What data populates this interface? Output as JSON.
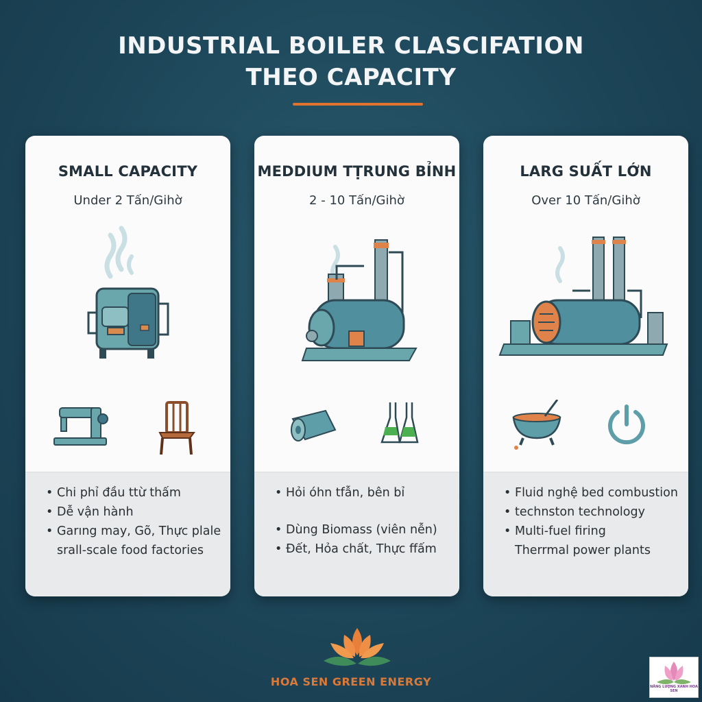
{
  "title": {
    "line1": "INDUSTRIAL BOILER CLASCIFATION",
    "line2": "THEO CAPACITY"
  },
  "cards": [
    {
      "heading": "SMALL CAPACITY",
      "range": "Under 2 Tấn/Gihờ",
      "icons": [
        "boiler-small-icon",
        "sewing-machine-icon",
        "wooden-chair-icon"
      ],
      "points": [
        "Chi phỉ đầu ttừ thấm",
        "Dễ vận hành",
        "Garıng may, Gõ, Thực plale",
        "srall-scale food factories"
      ]
    },
    {
      "heading": "MEDDIUM TṬRUNG  BỈNH",
      "range": "2 - 10 Tấn/Gihờ",
      "icons": [
        "boiler-medium-icon",
        "fabric-roll-icon",
        "chemistry-flasks-icon"
      ],
      "points": [
        "Hỏi óhn tfẫn, bên bỉ",
        "Dùng Biomass (viên nễn)",
        "Đết, Hỏa chất, Thực ffấm"
      ]
    },
    {
      "heading": "LARG SUẤT LỚN",
      "range": "Over 10 Tấn/Gihờ",
      "icons": [
        "boiler-large-plant-icon",
        "cooking-pot-icon",
        "power-icon"
      ],
      "points": [
        "Fluid nghệ bed combustion",
        "technston technology",
        "Multi-fuel firing",
        "Therrmal power plants"
      ]
    }
  ],
  "brand": {
    "name": "HOA SEN GREEN ENERGY",
    "badge_text": "NĂNG LƯỢNG XANH HOA SEN",
    "logo_icon": "lotus-icon"
  },
  "colors": {
    "background": "#1d4659",
    "accent": "#e2732e",
    "teal": "#5e9ea8",
    "card": "#fbfbfb"
  }
}
